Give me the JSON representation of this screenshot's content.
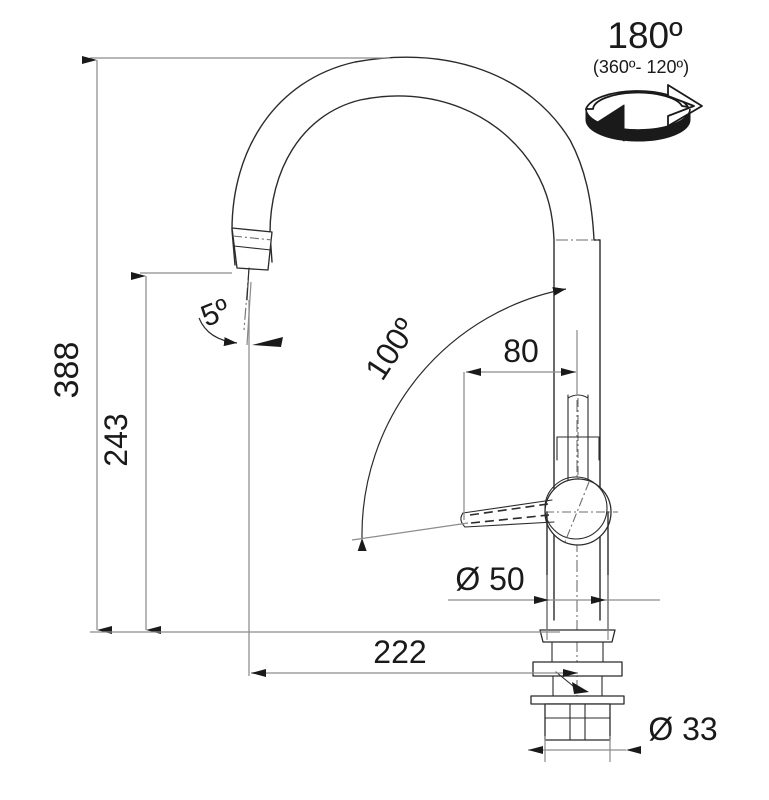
{
  "drawing": {
    "title": "Kitchen faucet technical dimension drawing",
    "subject": "gooseneck-kitchen-mixer-tap",
    "units": "mm",
    "background_color": "#ffffff",
    "line_color": "#2b2b2b",
    "dimension_line_color": "#8c8c8c",
    "text_color": "#1a1a1a"
  },
  "rotation_note": {
    "primary": "180º",
    "secondary": "(360º- 120º)",
    "icon": "circular-rotation-arrow-icon"
  },
  "dimensions": {
    "total_height": {
      "label": "388",
      "orientation": "vertical",
      "unit": "mm",
      "description": "overall faucet height from base to top of spout arc"
    },
    "spout_height": {
      "label": "243",
      "orientation": "vertical",
      "unit": "mm",
      "description": "height from base to spout outlet"
    },
    "reach": {
      "label": "222",
      "orientation": "horizontal",
      "unit": "mm",
      "description": "horizontal reach from center of base to spout outlet"
    },
    "handle_offset": {
      "label": "80",
      "orientation": "horizontal",
      "unit": "mm",
      "description": "lever handle projection"
    },
    "body_diameter": {
      "label": "Ø 50",
      "orientation": "horizontal",
      "unit": "mm",
      "description": "outer body diameter"
    },
    "shank_diameter": {
      "label": "Ø 33",
      "orientation": "horizontal",
      "unit": "mm",
      "description": "mounting shank / deck hole diameter"
    },
    "outlet_angle": {
      "label": "5º",
      "orientation": "angular",
      "description": "spout outlet tilt angle"
    },
    "handle_swing_angle": {
      "label": "100º",
      "orientation": "angular",
      "description": "lever handle opening swing angle"
    }
  },
  "labels": [
    {
      "id": "rot-primary",
      "text": "180º"
    },
    {
      "id": "rot-secondary",
      "text": "(360º- 120º)"
    },
    {
      "id": "dim-388",
      "text": "388"
    },
    {
      "id": "dim-243",
      "text": "243"
    },
    {
      "id": "dim-222",
      "text": "222"
    },
    {
      "id": "dim-80",
      "text": "80"
    },
    {
      "id": "dim-d50",
      "text": "Ø 50"
    },
    {
      "id": "dim-d33",
      "text": "Ø 33"
    },
    {
      "id": "dim-5deg",
      "text": "5º"
    },
    {
      "id": "dim-100deg",
      "text": "100º"
    }
  ]
}
